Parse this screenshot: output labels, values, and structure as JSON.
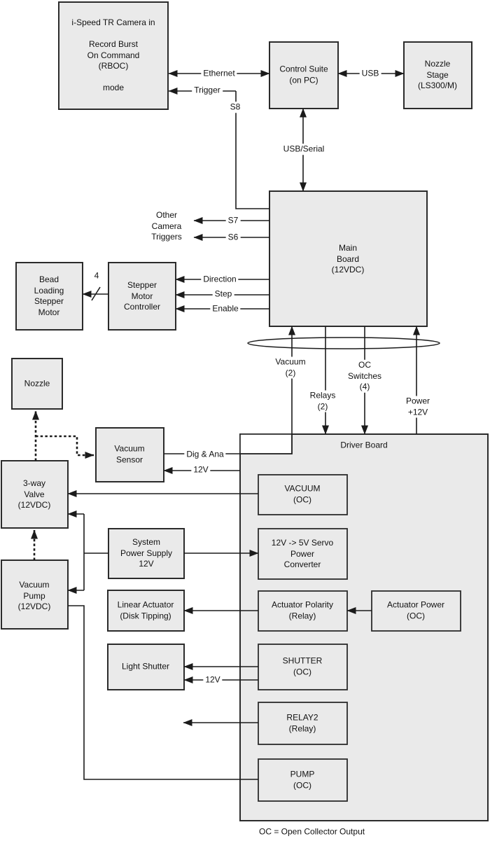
{
  "diagram": {
    "blocks": {
      "camera": "i-Speed TR Camera in\n\nRecord Burst\nOn Command\n(RBOC)\n\nmode",
      "control_suite": "Control Suite\n(on PC)",
      "nozzle_stage": "Nozzle\nStage\n(LS300/M)",
      "main_board": "Main\nBoard\n(12VDC)",
      "bead_motor": "Bead\nLoading\nStepper\nMotor",
      "stepper_controller": "Stepper\nMotor\nController",
      "nozzle": "Nozzle",
      "vacuum_sensor": "Vacuum\nSensor",
      "three_way_valve": "3-way\nValve\n(12VDC)",
      "vacuum_pump": "Vacuum\nPump\n(12VDC)",
      "system_power_supply": "System\nPower Supply\n12V",
      "linear_actuator": "Linear Actuator\n(Disk Tipping)",
      "light_shutter": "Light Shutter",
      "driver_board": "Driver Board",
      "vacuum_oc": "VACUUM\n(OC)",
      "servo_converter": "12V -> 5V Servo\nPower\nConverter",
      "actuator_polarity": "Actuator Polarity\n(Relay)",
      "actuator_power": "Actuator Power\n(OC)",
      "shutter_oc": "SHUTTER\n(OC)",
      "relay2": "RELAY2\n(Relay)",
      "pump_oc": "PUMP\n(OC)"
    },
    "labels": {
      "ethernet": "Ethernet",
      "trigger": "Trigger",
      "s8": "S8",
      "usb": "USB",
      "usb_serial": "USB/Serial",
      "other_triggers": "Other\nCamera\nTriggers",
      "s7": "S7",
      "s6": "S6",
      "direction": "Direction",
      "step": "Step",
      "enable": "Enable",
      "bus_width": "4",
      "vacuum2": "Vacuum\n(2)",
      "relays2": "Relays\n(2)",
      "oc_switches": "OC\nSwitches\n(4)",
      "power12": "Power\n+12V",
      "dig_ana": "Dig & Ana",
      "v12_sensor": "12V",
      "v12_shutter": "12V",
      "footnote": "OC = Open Collector Output"
    },
    "colors": {
      "background": "#ffffff",
      "box_fill": "#eaeaea",
      "box_border": "#2b2b2b",
      "line": "#1b1b1b"
    }
  }
}
